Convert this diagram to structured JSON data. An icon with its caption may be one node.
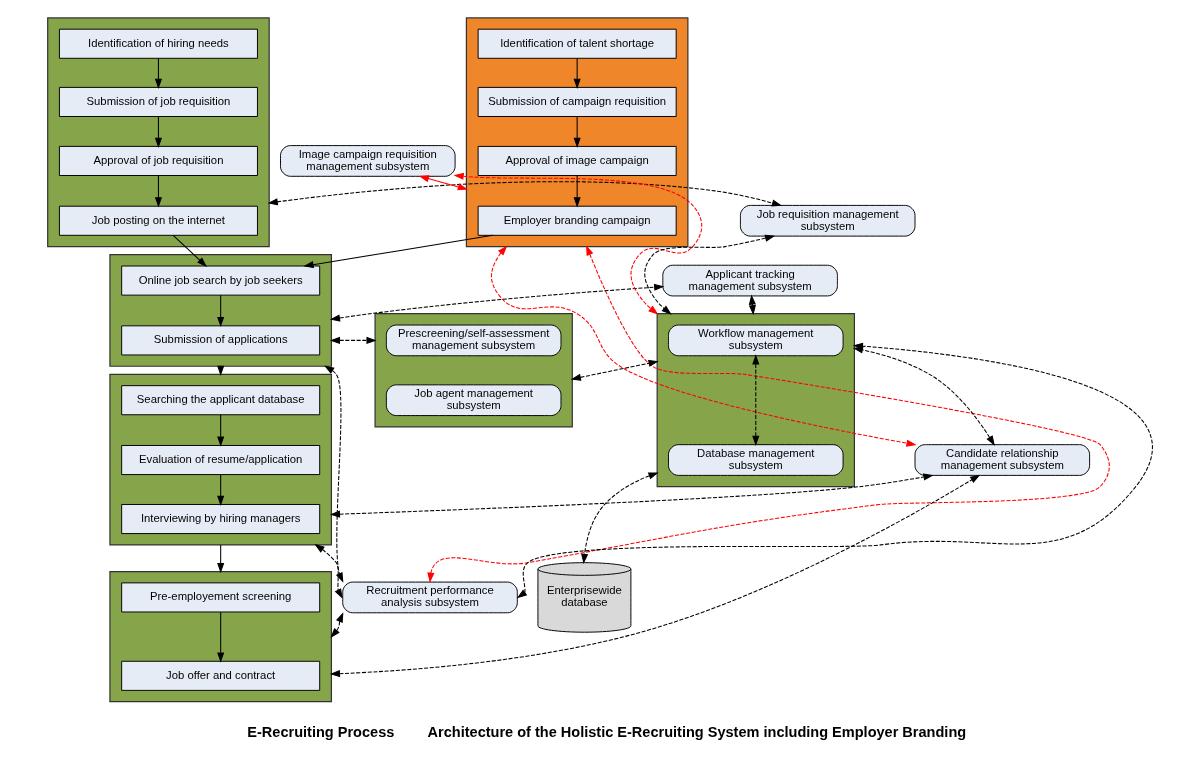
{
  "diagram": {
    "nodes": [
      {
        "text": [],
        "shape": "box"
      },
      {
        "text": [
          "Identification of hiring needs"
        ],
        "in": 0
      },
      {
        "text": [
          "Submission of job requisition"
        ],
        "in": 0
      },
      {
        "text": [
          "Approval of job requisition"
        ],
        "in": 0
      },
      {
        "text": [
          "Job posting on the internet"
        ],
        "in": 0
      },
      {
        "text": [],
        "shape": "box"
      },
      {
        "text": [
          "Identification of talent shortage"
        ],
        "in": 5
      },
      {
        "text": [
          "Submission of campaign requisition"
        ],
        "in": 5
      },
      {
        "text": [
          "Approval of image campaign"
        ],
        "in": 5
      },
      {
        "text": [
          "Employer branding campaign"
        ],
        "in": 5
      },
      {
        "text": [],
        "shape": "box"
      },
      {
        "text": [
          "Online job search by job seekers"
        ],
        "in": 10
      },
      {
        "text": [
          "Submission of applications"
        ],
        "in": 10
      },
      {
        "text": [],
        "shape": "box"
      },
      {
        "text": [
          "Searching the applicant database"
        ],
        "in": 13
      },
      {
        "text": [
          "Evaluation of resume/application"
        ],
        "in": 13
      },
      {
        "text": [
          "Interviewing by hiring managers"
        ],
        "in": 13
      },
      {
        "text": [],
        "shape": "box"
      },
      {
        "text": [
          "Pre-employement screening"
        ],
        "in": 17
      },
      {
        "text": [
          "Job offer and contract"
        ],
        "in": 17
      },
      {
        "text": [
          "Image campaign requisition management subsystem"
        ]
      },
      {
        "text": [
          "Job requisition management subsystem"
        ]
      },
      {
        "text": [
          "Applicant tracking management subsystem"
        ]
      },
      {
        "text": [],
        "shape": "box"
      },
      {
        "text": [
          "Prescreening/self-assessment management subsystem"
        ],
        "in": 23
      },
      {
        "text": [
          "Job agent management subsystem"
        ],
        "in": 23
      },
      {
        "text": [
          "Candidate relationship management subsystem"
        ]
      },
      {
        "text": [
          "Recruitment performance analysis subsystem"
        ]
      },
      {
        "text": [],
        "shape": "box"
      },
      {
        "text": [
          "Workflow management subsystem"
        ],
        "in": 28
      },
      {
        "text": [
          "Database management subsystem"
        ],
        "in": 28
      },
      {
        "text": [
          "Enterprisewide database"
        ]
      }
    ],
    "edges": [
      {
        "from": 1,
        "to": 2,
        "arrow": "to"
      },
      {
        "from": 2,
        "to": 3,
        "arrow": "to"
      },
      {
        "from": 3,
        "to": 4,
        "arrow": "to"
      },
      {
        "from": 6,
        "to": 7,
        "arrow": "to"
      },
      {
        "from": 7,
        "to": 8,
        "arrow": "to"
      },
      {
        "from": 8,
        "to": 9,
        "arrow": "to"
      },
      {
        "from": 4,
        "to": 11,
        "arrow": "to"
      },
      {
        "from": 9,
        "to": 11,
        "arrow": "to"
      },
      {
        "from": 11,
        "to": 12,
        "arrow": "to"
      },
      {
        "from": 10,
        "to": 13,
        "arrow": "to"
      },
      {
        "from": 14,
        "to": 15,
        "arrow": "to"
      },
      {
        "from": 15,
        "to": 16,
        "arrow": "to"
      },
      {
        "from": 13,
        "to": 17,
        "arrow": "to"
      },
      {
        "from": 18,
        "to": 19,
        "arrow": "to"
      },
      {
        "from": 0,
        "to": 21,
        "arrow": "both",
        "style": "dashed"
      },
      {
        "from": 5,
        "to": 20,
        "arrow": "both",
        "color": "#ff0000"
      },
      {
        "from": 5,
        "to": 26,
        "arrow": "both",
        "style": "dashed",
        "color": "#ff0000"
      },
      {
        "from": 5,
        "to": 27,
        "arrow": "both",
        "style": "dashed",
        "color": "#ff0000"
      },
      {
        "from": 20,
        "to": 28,
        "arrow": "both",
        "style": "dashed",
        "color": "#ff0000"
      },
      {
        "from": 10,
        "to": 22,
        "arrow": "both",
        "style": "dashed"
      },
      {
        "from": 10,
        "to": 23,
        "arrow": "both",
        "style": "dashed"
      },
      {
        "from": 10,
        "to": 27,
        "arrow": "both",
        "style": "dashed"
      },
      {
        "from": 13,
        "to": 26,
        "arrow": "both",
        "style": "dashed"
      },
      {
        "from": 13,
        "to": 27,
        "arrow": "both",
        "style": "dashed"
      },
      {
        "from": 17,
        "to": 26,
        "arrow": "both",
        "style": "dashed"
      },
      {
        "from": 17,
        "to": 27,
        "arrow": "both",
        "style": "dashed"
      },
      {
        "from": 21,
        "to": 28,
        "arrow": "both",
        "style": "dashed"
      },
      {
        "from": 22,
        "to": 28,
        "arrow": "both",
        "style": "dashed"
      },
      {
        "from": 23,
        "to": 28,
        "arrow": "both",
        "style": "dashed"
      },
      {
        "from": 26,
        "to": 28,
        "arrow": "both",
        "style": "dashed"
      },
      {
        "from": 27,
        "to": 28,
        "arrow": "both",
        "style": "dashed"
      },
      {
        "from": 29,
        "to": 30,
        "arrow": "both",
        "style": "dashed"
      },
      {
        "from": 28,
        "to": 31,
        "arrow": "both",
        "style": "dashed"
      }
    ],
    "labels": [
      "E-Recruiting Process",
      "Architecture of the Holistic E-Recruiting System including Employer Branding"
    ]
  }
}
